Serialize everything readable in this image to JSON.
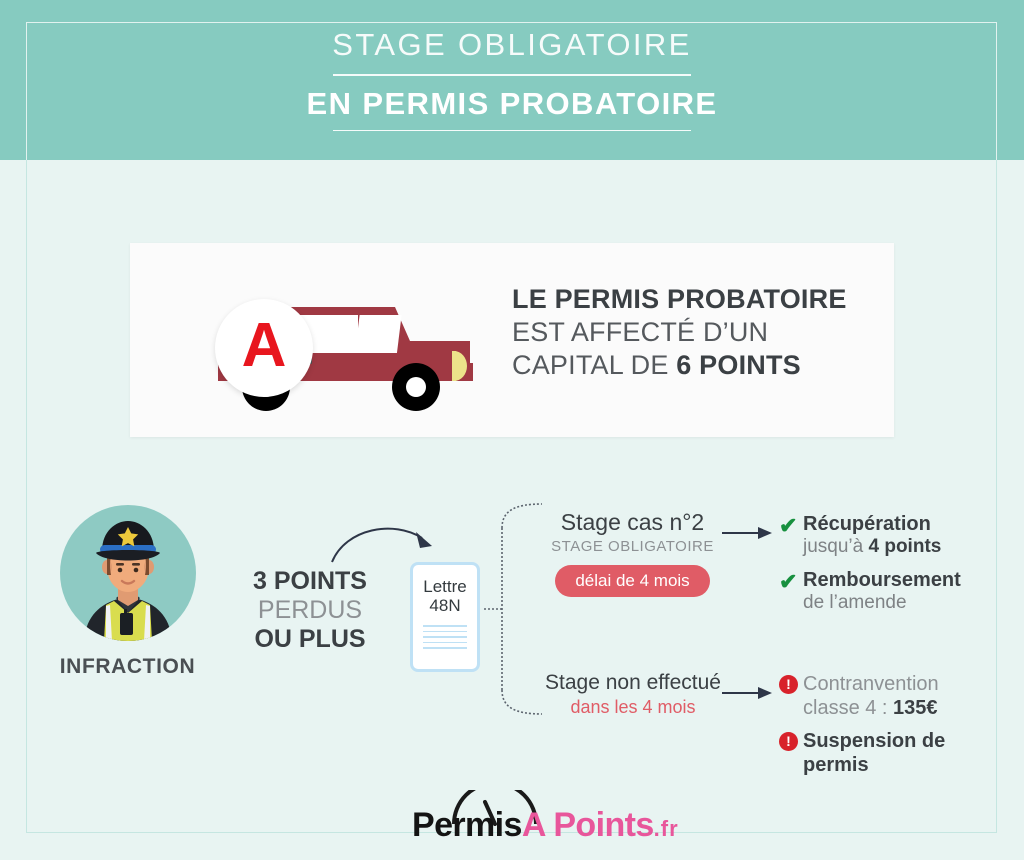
{
  "header": {
    "title_top": "STAGE OBLIGATOIRE",
    "title_bottom": "EN PERMIS PROBATOIRE",
    "band_color": "#86cbc0"
  },
  "card": {
    "badge_letter": "A",
    "badge_letter_color": "#e8161e",
    "car_color": "#a03943",
    "headline_bold": "LE PERMIS PROBATOIRE",
    "line_2": "EST AFFECTÉ D’UN",
    "line_3_prefix": "CAPITAL DE ",
    "line_3_bold": "6 POINTS"
  },
  "flow": {
    "infraction_label": "INFRACTION",
    "points": {
      "line1": "3 POINTS",
      "line2": "PERDUS",
      "line3": "OU PLUS"
    },
    "letter": {
      "line1": "Lettre",
      "line2": "48N"
    },
    "branch_top": {
      "title": "Stage cas n°2",
      "subtitle": "STAGE OBLIGATOIRE",
      "pill": "délai de 4 mois",
      "pill_color": "#e05c66"
    },
    "branch_bottom": {
      "title": "Stage non effectué",
      "subtitle": "dans les 4 mois",
      "subtitle_color": "#e05c66"
    },
    "results_positive": [
      {
        "icon": "check-icon",
        "strong": "Récupération",
        "light_prefix": "jusqu’à ",
        "light_bold": "4 points"
      },
      {
        "icon": "check-icon",
        "strong": "Remboursement",
        "light_prefix": "de l’amende",
        "light_bold": ""
      }
    ],
    "results_negative": [
      {
        "icon": "alert-icon",
        "reg_line1": "Contranvention",
        "reg_prefix": "classe 4 : ",
        "reg_bold": "135€"
      },
      {
        "icon": "alert-icon",
        "strong_line1": "Suspension de",
        "strong_line2": "permis"
      }
    ],
    "check_color": "#17903f",
    "alert_color": "#d8222b"
  },
  "footer": {
    "logo_part1": "Permis",
    "logo_part2": "A Points",
    "logo_part3": ".fr",
    "logo_pink": "#e8569b"
  }
}
